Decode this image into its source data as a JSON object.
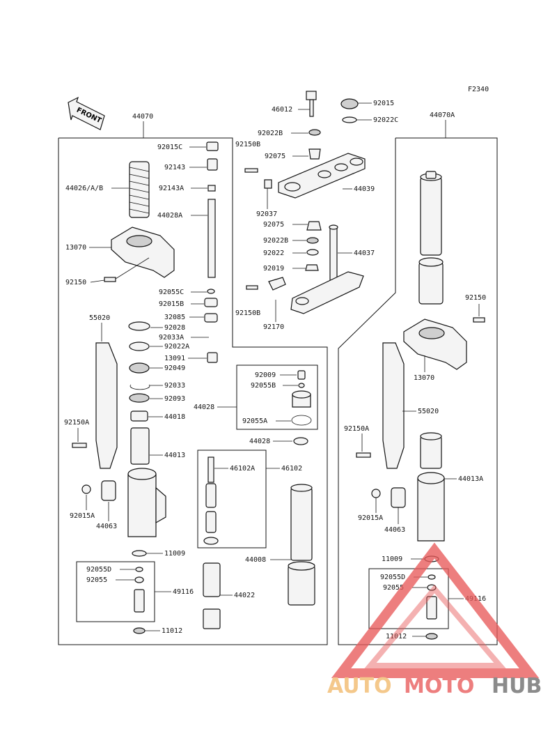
{
  "code": "F2340",
  "front": "FRONT",
  "assy": {
    "left": "44070",
    "right": "44070A"
  },
  "labels": {
    "p46012": "46012",
    "p92015": "92015",
    "p92022C": "92022C",
    "p92022B_top": "92022B",
    "p92150B_top": "92150B",
    "p92075_top": "92075",
    "p44039": "44039",
    "p92037": "92037",
    "p92075_mid": "92075",
    "p92022B_mid": "92022B",
    "p92022": "92022",
    "p44037": "44037",
    "p92019": "92019",
    "p92150B_mid": "92150B",
    "p92170": "92170",
    "p92015C": "92015C",
    "p92143": "92143",
    "p44026": "44026/A/B",
    "p92143A": "92143A",
    "p44028A": "44028A",
    "p13070_l": "13070",
    "p92150_l": "92150",
    "p92055C": "92055C",
    "p92015B": "92015B",
    "p32085": "32085",
    "p55020_l": "55020",
    "p92028": "92028",
    "p92033A": "92033A",
    "p92022A": "92022A",
    "p13091": "13091",
    "p92049": "92049",
    "p92033": "92033",
    "p92093": "92093",
    "p44018": "44018",
    "p92150A_l": "92150A",
    "p44013": "44013",
    "p92015A_l": "92015A",
    "p44063_l": "44063",
    "p11009_l": "11009",
    "p92055D_l": "92055D",
    "p92055_l": "92055",
    "p49116_l": "49116",
    "p11012_l": "11012",
    "p92009": "92009",
    "p92055B": "92055B",
    "p44028": "44028",
    "p92055A": "92055A",
    "p44028_b": "44028",
    "p46102A": "46102A",
    "p46102": "46102",
    "p44008": "44008",
    "p44022": "44022",
    "p92150_r": "92150",
    "p13070_r": "13070",
    "p55020_r": "55020",
    "p92150A_r": "92150A",
    "p44013A": "44013A",
    "p92015A_r": "92015A",
    "p44063_r": "44063",
    "p11009_r": "11009",
    "p92055D_r": "92055D",
    "p92055_r": "92055",
    "p49116_r": "49116",
    "p11012_r": "11012"
  },
  "watermark": {
    "a": "AUTO",
    "b": "MOTO",
    "c": "HUB",
    "color_a": "#f2b96b",
    "color_b": "#e85a5a",
    "color_c": "#6b6b6b"
  }
}
